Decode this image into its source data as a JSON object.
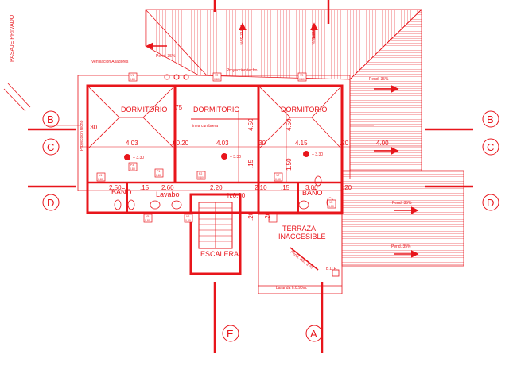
{
  "labels": {
    "pasaje": "PASAJE PRIVADO",
    "ventilacion": "Ventilacion Asadores",
    "proyeccion_top": "Proyeccion techo",
    "proyeccion_side": "Proyeccion techo",
    "pend_left": "Pend. 35%",
    "pend_top1": "Pend. 35%",
    "pend_top2": "Pend. 35%",
    "pend_right_top": "Pend. 35%",
    "pend_right_mid": "Pend. 35%",
    "pend_right_low": "Pend. 35%",
    "dorm1": "DORMITORIO",
    "dorm2": "DORMITORIO",
    "dorm3": "DORMITORIO",
    "cumbrera": "linea cumbrera",
    "bano_left": "BAÑO",
    "bano_right": "BAÑO",
    "lavabo": "Lavabo",
    "escalera": "ESCALERA",
    "terraza1": "TERRAZA",
    "terraza2": "INACCESIBLE",
    "pend_min": "Pend. min. 2 %",
    "bdp": "B.D.P.",
    "baranda": "baranda h:0.90m.",
    "hdoor": "h:0.90",
    "lv_left": "+ 3.30",
    "lv_mid": "+ 3.30",
    "lv_right": "+ 3.30"
  },
  "dims": {
    "d075": ".75",
    "d030": ".30",
    "d450a": "4.50",
    "d450b": "4.50",
    "d403a": "4.03",
    "d060": ".60",
    "d020a": ".20",
    "d403b": "4.03",
    "d030b": ".30",
    "d415": "4.15",
    "d020b": ".20",
    "d400": "4.00",
    "d250": "2.50",
    "d015": ".15",
    "d260": "2.60",
    "d220": "2.20",
    "d210": "2.10",
    "d300": "3.00",
    "d150": "1.50",
    "d015b": ".15",
    "d020c": ".20",
    "d020d": ".20",
    "d020e": ".20",
    "d015c": ".15"
  },
  "axes": {
    "b_left": "B",
    "c_left": "C",
    "d_left": "D",
    "b_right": "B",
    "c_right": "C",
    "d_right": "D",
    "e": "E",
    "a": "A"
  },
  "tags": {
    "v1": "V1",
    "v1b": "0.80",
    "v2": "V2",
    "v2b": "0.80",
    "v3": "V3",
    "v3b": "0.80",
    "p1": "P1",
    "p1b": "0.80",
    "p2": "P2",
    "p2b": "0.80",
    "p3": "P3",
    "p3b": "0.80",
    "v4": "V4",
    "v4b": "0.80",
    "v5": "V5",
    "v5b": "0.80",
    "v6": "V6",
    "v6b": "0.80",
    "v7": "V7",
    "v7b": "0.80",
    "v8": "V8",
    "v8b": "1.00"
  },
  "colors": {
    "line": "#e8151b",
    "wall": "#e8151b",
    "background": "#ffffff"
  }
}
